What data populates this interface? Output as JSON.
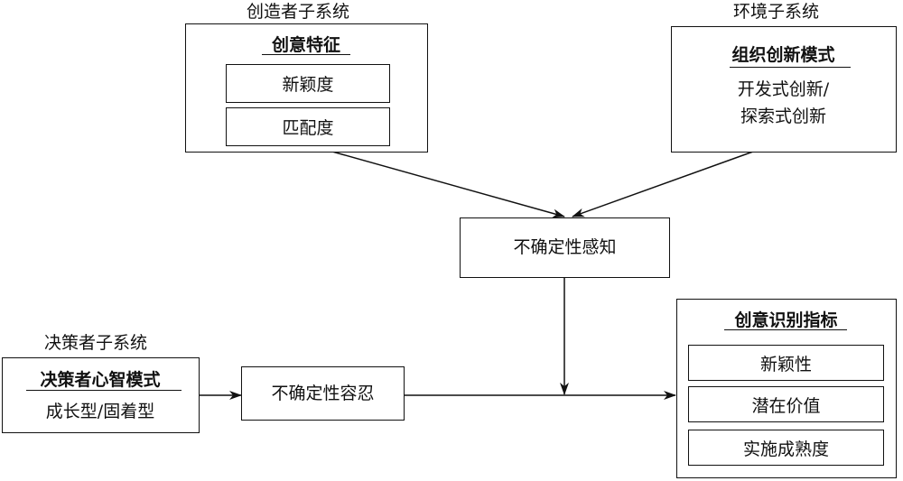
{
  "creator": {
    "title": "创造者子系统",
    "header": "创意特征",
    "items": [
      "新颖度",
      "匹配度"
    ]
  },
  "environment": {
    "title": "环境子系统",
    "header": "组织创新模式",
    "lines": [
      "开发式创新/",
      "探索式创新"
    ]
  },
  "perception": {
    "label": "不确定性感知"
  },
  "decision": {
    "title": "决策者子系统",
    "header": "决策者心智模式",
    "content": "成长型/固着型"
  },
  "tolerance": {
    "label": "不确定性容忍"
  },
  "indicators": {
    "header": "创意识别指标",
    "items": [
      "新颖性",
      "潜在价值",
      "实施成熟度"
    ]
  }
}
